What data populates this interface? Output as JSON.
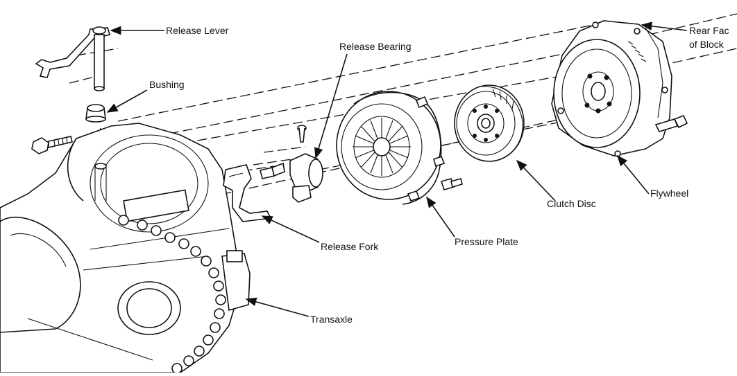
{
  "labels": {
    "release_lever": "Release Lever",
    "bushing": "Bushing",
    "release_bearing": "Release Bearing",
    "rear_face_line1": "Rear Fac",
    "rear_face_line2": "of Block",
    "clutch_disc": "Clutch Disc",
    "flywheel": "Flywheel",
    "pressure_plate": "Pressure Plate",
    "release_fork": "Release Fork",
    "transaxle": "Transaxle"
  }
}
